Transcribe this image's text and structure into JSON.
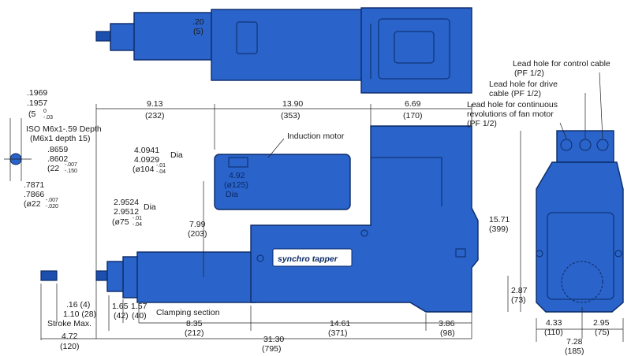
{
  "labels": {
    "d_1969": ".1969",
    "d_1957": ".1957",
    "d_5": "(5",
    "d_5_tol_up": "0",
    "d_5_tol_dn": "-.03",
    "iso": "ISO M6x1-.59 Depth",
    "m6": "(M6x1 depth 15)",
    "d_8659": ".8659",
    "d_8602": ".8602",
    "d_22a": "(22",
    "d_22a_up": "-.007",
    "d_22a_dn": "-.150",
    "d_7871": ".7871",
    "d_7866": ".7866",
    "d_22b": "(ø22",
    "d_22b_up": "-.007",
    "d_22b_dn": "-.020",
    "top_20": ".20",
    "top_5": "(5)",
    "dim_913": "9.13",
    "dim_232": "(232)",
    "dim_1390": "13.90",
    "dim_353": "(353)",
    "dim_669": "6.69",
    "dim_170": "(170)",
    "lead_control": "Lead hole for control cable",
    "lead_control_pf": "(PF 1/2)",
    "lead_drive": "Lead hole for drive",
    "lead_drive_b": "cable (PF 1/2)",
    "lead_fan1": "Lead hole for continuous",
    "lead_fan2": "revolutions of fan motor",
    "lead_fan_pf": "(PF 1/2)",
    "induction_motor": "Induction motor",
    "d_40941": "4.0941",
    "d_40929": "4.0929",
    "dia1": "Dia",
    "d_104": "(ø104",
    "d_104_up": "-.01",
    "d_104_dn": "-.04",
    "d_492": "4.92",
    "d_125": "(ø125)",
    "dia2": "Dia",
    "d_29524": "2.9524",
    "d_29512": "2.9512",
    "dia3": "Dia",
    "d_75": "(ø75",
    "d_75_up": "-.01",
    "d_75_dn": "-.04",
    "d_799": "7.99",
    "d_203": "(203)",
    "brand": "synchro tapper",
    "d_1571": "15.71",
    "d_399": "(399)",
    "d_287": "2.87",
    "d_73": "(73)",
    "d_16": ".16 (4)",
    "d_110": "1.10 (28)",
    "stroke_max": "Stroke Max.",
    "d_165": "1.65",
    "d_42": "(42)",
    "d_157": "1.57",
    "d_40": "(40)",
    "clamping": "Clamping section",
    "d_835": "8.35",
    "d_212": "(212)",
    "d_1461": "14.61",
    "d_371": "(371)",
    "d_386": "3.86",
    "d_98": "(98)",
    "d_472": "4.72",
    "d_120": "(120)",
    "d_3130": "31.30",
    "d_795": "(795)",
    "d_433": "4.33",
    "d_110b": "(110)",
    "d_295": "2.95",
    "d_75b": "(75)",
    "d_728": "7.28",
    "d_185": "(185)"
  },
  "colors": {
    "body": "#2a63c9",
    "outline": "#0b2a66",
    "text": "#1a1a1a"
  }
}
